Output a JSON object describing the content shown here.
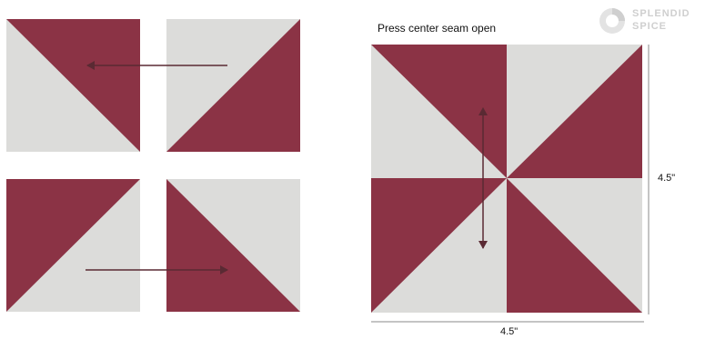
{
  "instruction": "Press center seam open",
  "dimensions": {
    "horizontal": "4.5\"",
    "vertical": "4.5\""
  },
  "logo": {
    "line1": "SPLENDID",
    "line2": "SPICE"
  },
  "colors": {
    "burgundy": "#8b3345",
    "light_gray": "#dcdcda",
    "arrow": "#5a2a33",
    "dim_line": "#888888"
  }
}
